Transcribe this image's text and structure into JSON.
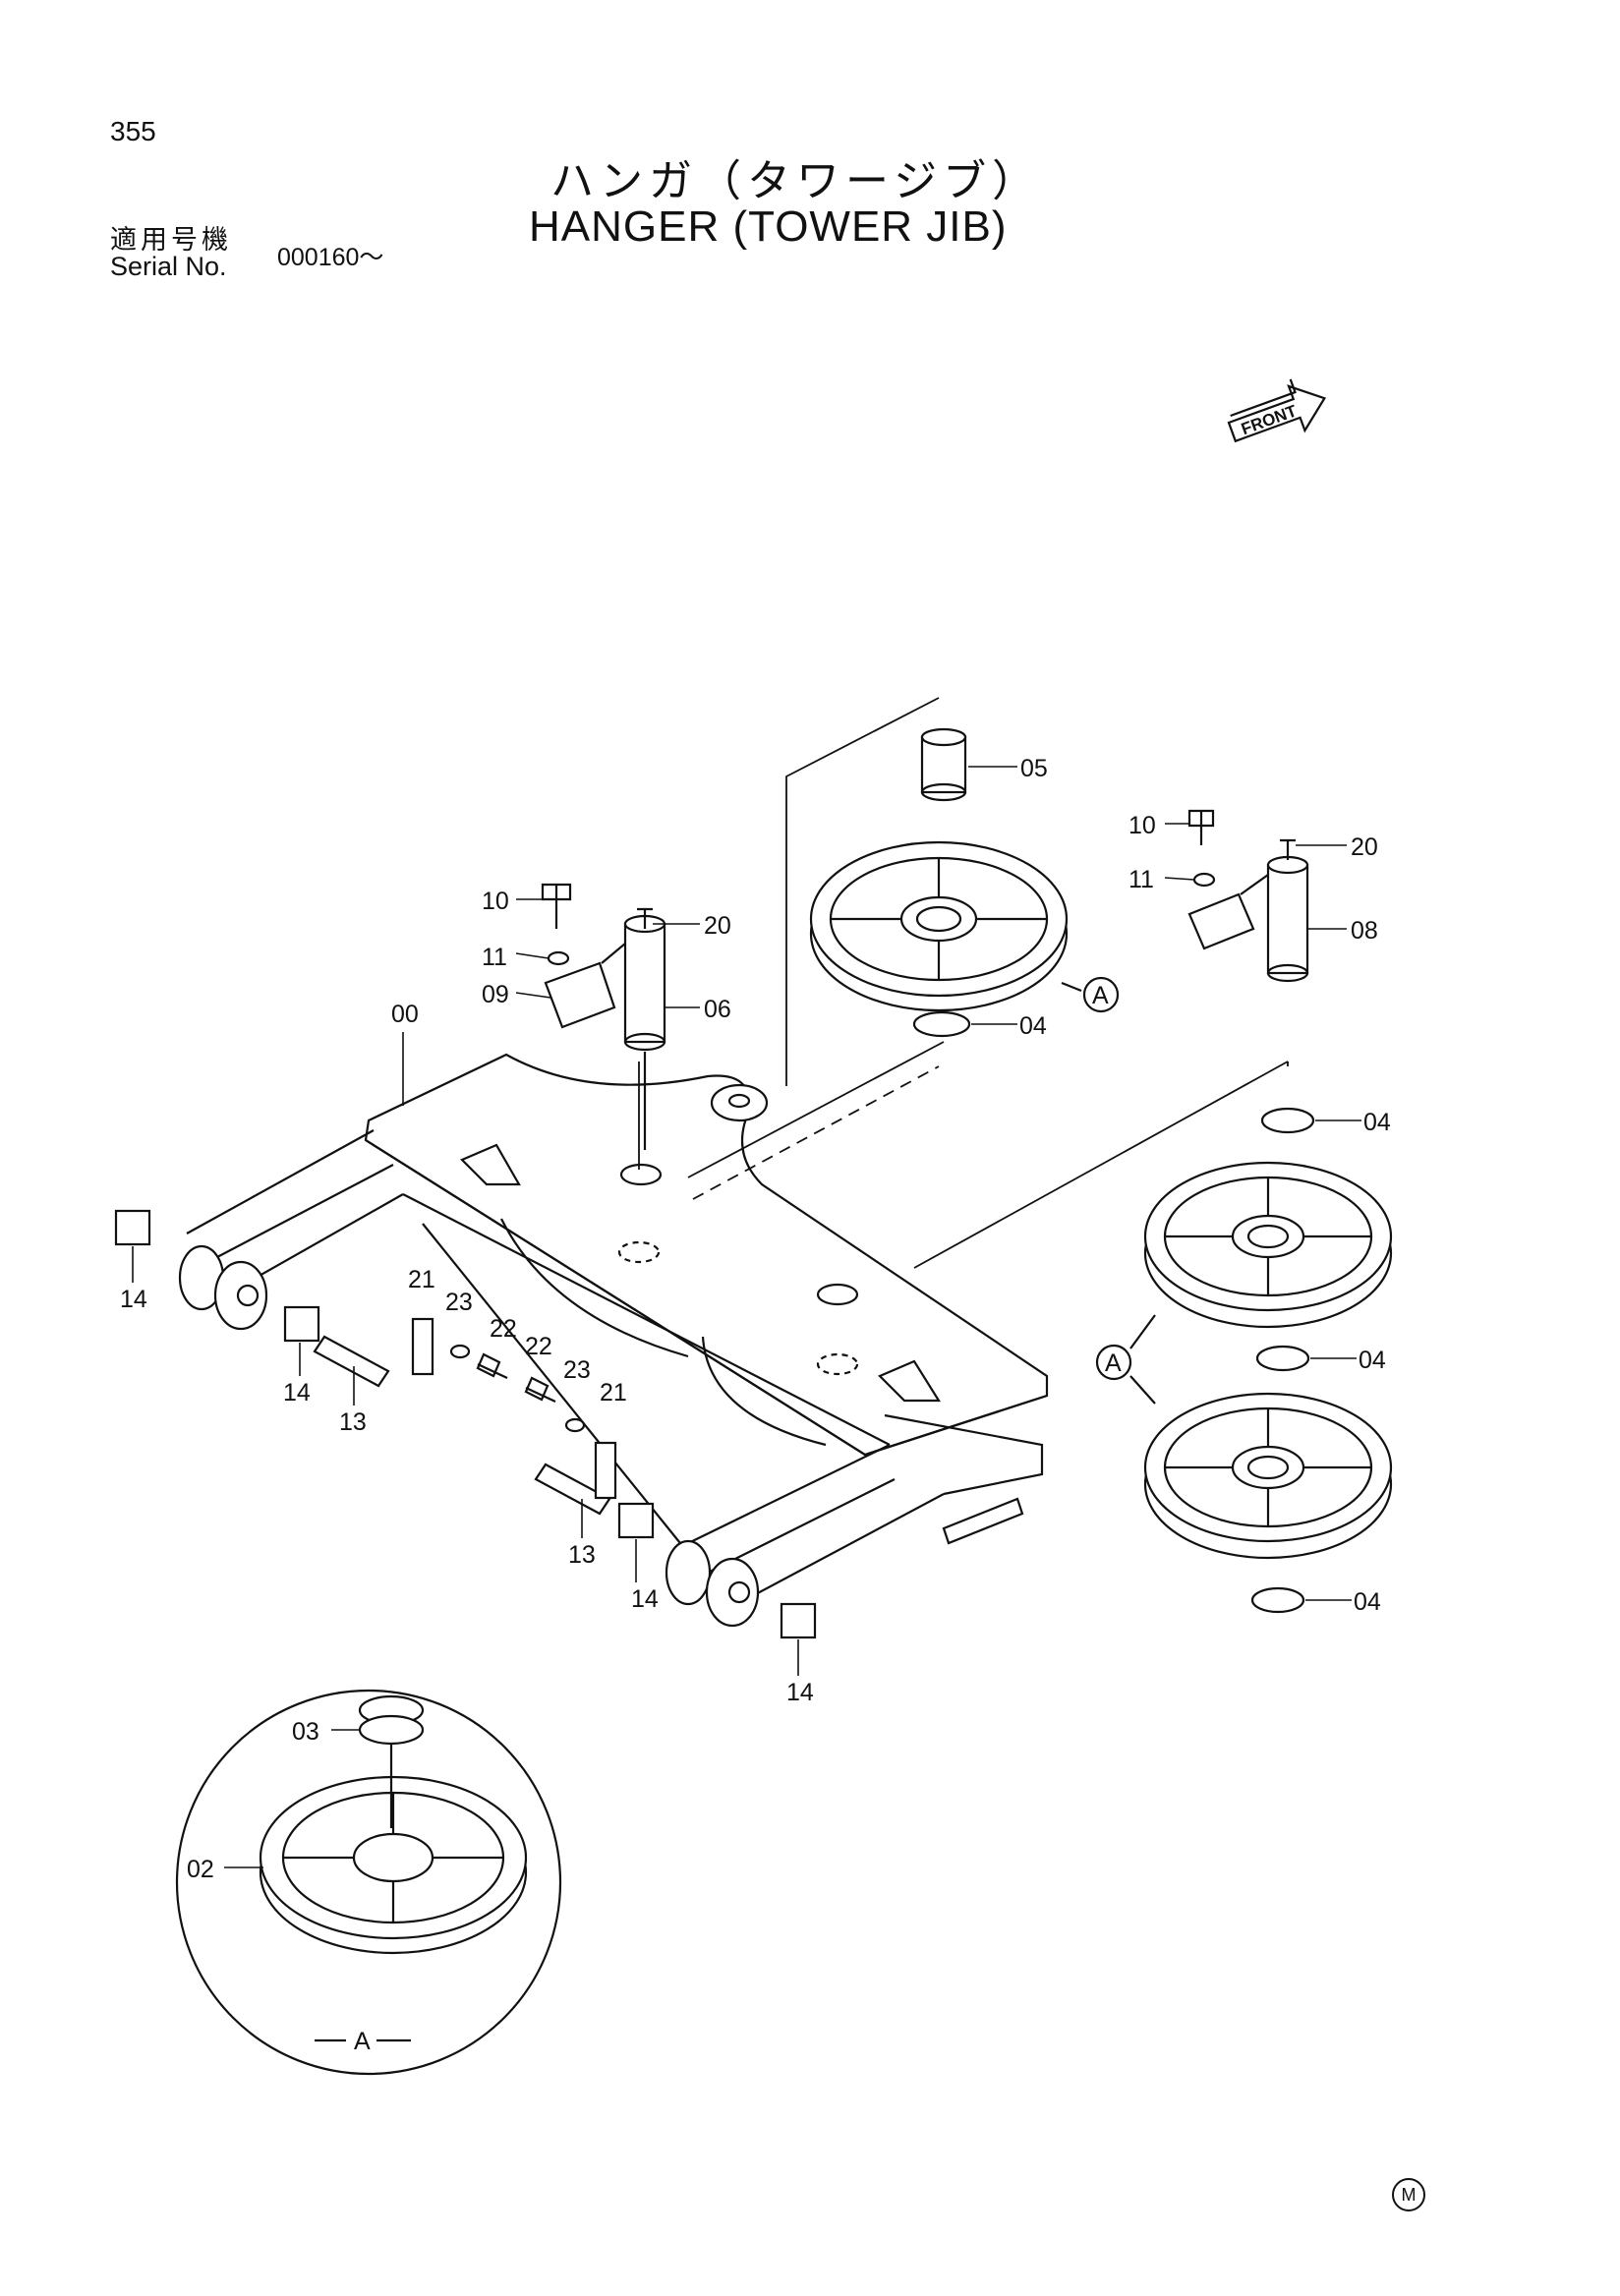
{
  "header": {
    "page_number": "355",
    "title_jp": "ハンガ（タワージブ）",
    "title_en": "HANGER (TOWER JIB)",
    "serial_label_jp": "適用号機",
    "serial_label_en": "Serial No.",
    "serial_value": "000160～"
  },
  "front_label": "FRONT",
  "callouts": {
    "c00": "00",
    "c02": "02",
    "c03": "03",
    "c04": "04",
    "c05": "05",
    "c06": "06",
    "c08": "08",
    "c09": "09",
    "c10": "10",
    "c11": "11",
    "c13": "13",
    "c14": "14",
    "c20": "20",
    "c21": "21",
    "c22": "22",
    "c23": "23"
  },
  "detail_marker": "A",
  "footer_mark": "M"
}
